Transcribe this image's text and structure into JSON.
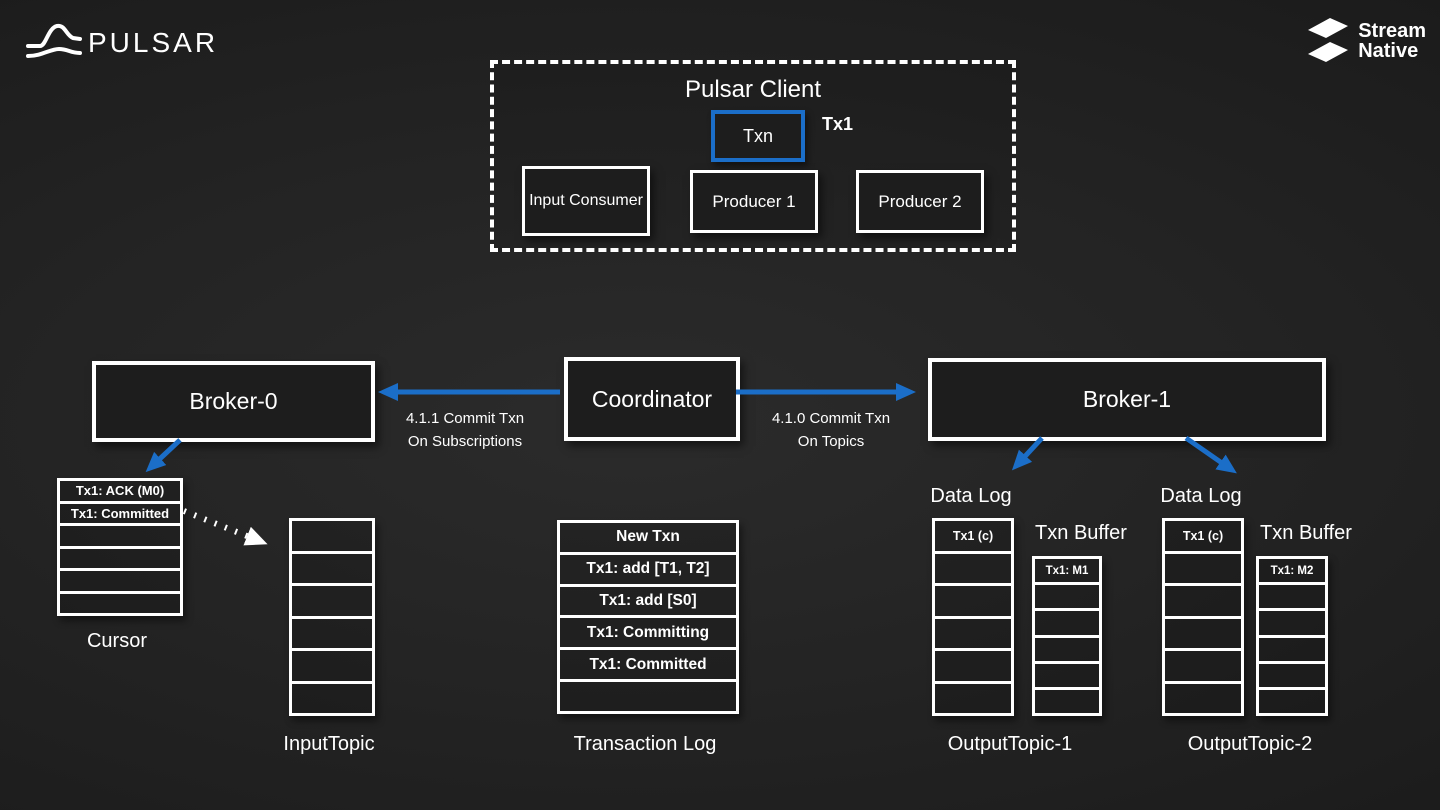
{
  "colors": {
    "accent-blue": "#1b6ec8"
  },
  "logos": {
    "pulsar": "PULSAR",
    "streamnative": [
      "Stream",
      "Native"
    ]
  },
  "client": {
    "title": "Pulsar Client",
    "txn_box": "Txn",
    "txn_id": "Tx1",
    "consumer": "Input Consumer",
    "producer1": "Producer 1",
    "producer2": "Producer 2"
  },
  "brokers": {
    "broker0": "Broker-0",
    "coordinator": "Coordinator",
    "broker1": "Broker-1"
  },
  "flow": {
    "commit_subscriptions": [
      "4.1.1 Commit Txn",
      "On Subscriptions"
    ],
    "commit_topics": [
      "4.1.0 Commit Txn",
      "On Topics"
    ]
  },
  "ledgers": {
    "cursor": {
      "label": "Cursor",
      "rows": [
        "Tx1: ACK (M0)",
        "Tx1: Committed",
        "",
        "",
        "",
        ""
      ]
    },
    "input_topic": {
      "label": "InputTopic",
      "rows": [
        "",
        "",
        "",
        "",
        "",
        ""
      ]
    },
    "transaction_log": {
      "label": "Transaction Log",
      "rows": [
        "New Txn",
        "Tx1: add [T1, T2]",
        "Tx1: add [S0]",
        "Tx1: Committing",
        "Tx1: Committed",
        ""
      ]
    },
    "output1": {
      "label": "OutputTopic-1",
      "data_log_label": "Data Log",
      "txn_buffer_label": "Txn Buffer",
      "data_rows": [
        "Tx1 (c)",
        "",
        "",
        "",
        "",
        ""
      ],
      "buffer_rows": [
        "Tx1: M1",
        "",
        "",
        "",
        "",
        ""
      ]
    },
    "output2": {
      "label": "OutputTopic-2",
      "data_log_label": "Data Log",
      "txn_buffer_label": "Txn Buffer",
      "data_rows": [
        "Tx1 (c)",
        "",
        "",
        "",
        "",
        ""
      ],
      "buffer_rows": [
        "Tx1: M2",
        "",
        "",
        "",
        "",
        ""
      ]
    }
  }
}
